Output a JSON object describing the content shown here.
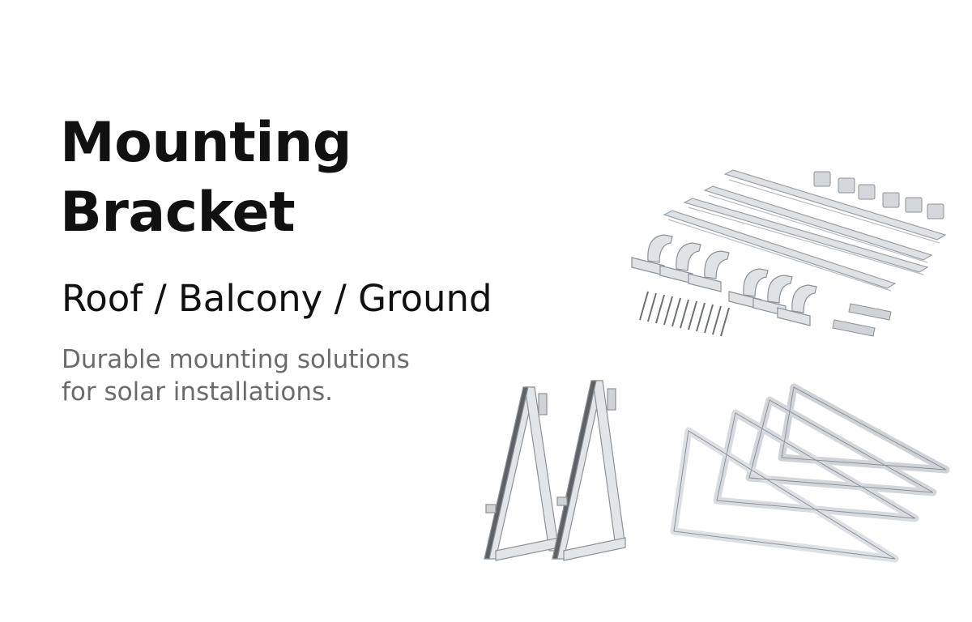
{
  "banner": {
    "title_line1": "Mounting",
    "title_line2": "Bracket",
    "subtitle": "Roof / Balcony / Ground",
    "description_line1": "Durable mounting solutions",
    "description_line2": "for solar installations."
  },
  "colors": {
    "title": "#111111",
    "description": "#6b6b6b",
    "metal": "#d9dcdf",
    "metal_edge": "#9aa0a6",
    "dark_rail": "#5a5e63"
  },
  "images": {
    "rail_kit": "roof-rail-kit-image",
    "balcony_brackets": "balcony-bracket-image",
    "ground_brackets": "ground-triangle-bracket-image"
  }
}
